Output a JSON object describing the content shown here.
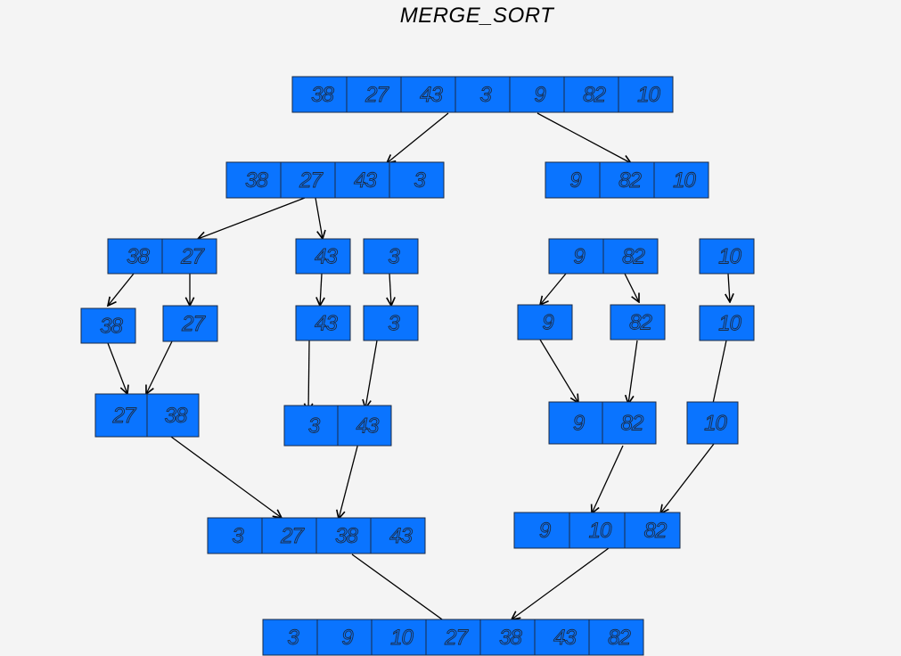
{
  "title": "MERGE_SORT",
  "colors": {
    "cell_fill": "#0a74ff",
    "background": "#f4f4f4"
  },
  "nodes": [
    {
      "id": "root",
      "values": [
        "38",
        "27",
        "43",
        "3",
        "9",
        "82",
        "10"
      ]
    },
    {
      "id": "L",
      "values": [
        "38",
        "27",
        "43",
        "3"
      ]
    },
    {
      "id": "R",
      "values": [
        "9",
        "82",
        "10"
      ]
    },
    {
      "id": "LL",
      "values": [
        "38",
        "27"
      ]
    },
    {
      "id": "LR1",
      "values": [
        "43"
      ]
    },
    {
      "id": "LR2",
      "values": [
        "3"
      ]
    },
    {
      "id": "RL",
      "values": [
        "9",
        "82"
      ]
    },
    {
      "id": "RR",
      "values": [
        "10"
      ]
    },
    {
      "id": "s38",
      "values": [
        "38"
      ]
    },
    {
      "id": "s27",
      "values": [
        "27"
      ]
    },
    {
      "id": "s43",
      "values": [
        "43"
      ]
    },
    {
      "id": "s3",
      "values": [
        "3"
      ]
    },
    {
      "id": "s9",
      "values": [
        "9"
      ]
    },
    {
      "id": "s82",
      "values": [
        "82"
      ]
    },
    {
      "id": "s10",
      "values": [
        "10"
      ]
    },
    {
      "id": "m2738",
      "values": [
        "27",
        "38"
      ]
    },
    {
      "id": "m343",
      "values": [
        "3",
        "43"
      ]
    },
    {
      "id": "m982",
      "values": [
        "9",
        "82"
      ]
    },
    {
      "id": "m10",
      "values": [
        "10"
      ]
    },
    {
      "id": "mL",
      "values": [
        "3",
        "27",
        "38",
        "43"
      ]
    },
    {
      "id": "mR",
      "values": [
        "9",
        "10",
        "82"
      ]
    },
    {
      "id": "final",
      "values": [
        "3",
        "9",
        "10",
        "27",
        "38",
        "43",
        "82"
      ]
    }
  ],
  "edges": [
    [
      "root",
      "L"
    ],
    [
      "root",
      "R"
    ],
    [
      "L",
      "LL"
    ],
    [
      "L",
      "LR1"
    ],
    [
      "LL",
      "s38"
    ],
    [
      "LL",
      "s27"
    ],
    [
      "LR1",
      "s43"
    ],
    [
      "LR2",
      "s3"
    ],
    [
      "RL",
      "s9"
    ],
    [
      "RL",
      "s82"
    ],
    [
      "RR",
      "s10"
    ],
    [
      "s38",
      "m2738"
    ],
    [
      "s27",
      "m2738"
    ],
    [
      "s43",
      "m343"
    ],
    [
      "s3",
      "m343"
    ],
    [
      "s9",
      "m982"
    ],
    [
      "s82",
      "m982"
    ],
    [
      "s10",
      "m10"
    ],
    [
      "m2738",
      "mL"
    ],
    [
      "m343",
      "mL"
    ],
    [
      "m982",
      "mR"
    ],
    [
      "m10",
      "mR"
    ],
    [
      "mL",
      "final"
    ],
    [
      "mR",
      "final"
    ]
  ]
}
